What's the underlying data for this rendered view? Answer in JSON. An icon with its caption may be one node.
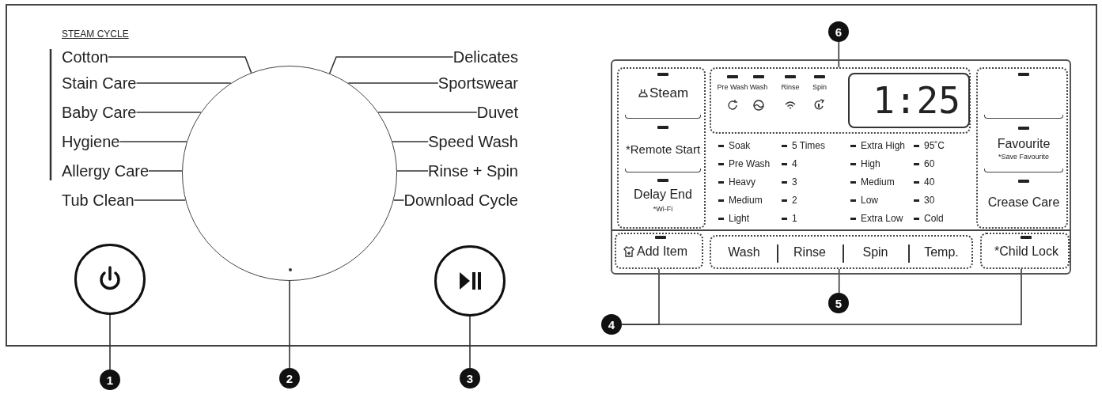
{
  "diagram": {
    "nodes": [
      {
        "text": [],
        "shape": "circle"
      },
      {
        "text": [],
        "shape": "circle"
      },
      {
        "text": [],
        "shape": "circle"
      },
      {
        "text": [
          "Cotton"
        ]
      },
      {
        "text": [
          "Stain Care"
        ]
      },
      {
        "text": [
          "Baby Care"
        ]
      },
      {
        "text": [
          "Hygiene"
        ]
      },
      {
        "text": [
          "Allergy Care"
        ]
      },
      {
        "text": [
          "Tub Clean"
        ]
      },
      {
        "text": [
          "Delicates"
        ]
      },
      {
        "text": [
          "Sportswear"
        ]
      },
      {
        "text": [
          "Duvet"
        ]
      },
      {
        "text": [
          "Speed Wash"
        ]
      },
      {
        "text": [
          "Rinse + Spin"
        ]
      },
      {
        "text": [
          "Download Cycle"
        ]
      },
      {
        "text": [],
        "shape": "box"
      },
      {
        "text": [
          "Steam",
          "*Remote Start",
          "Delay End",
          "*Wi-Fi"
        ],
        "in": 15
      },
      {
        "text": [
          "Pre Wash",
          "Wash",
          "Rinse",
          "Spin"
        ],
        "in": 15
      },
      {
        "text": [
          "1:25"
        ],
        "in": 17
      },
      {
        "text": [
          "Favourite",
          "*Save Favourite",
          "Crease Care"
        ],
        "in": 15
      },
      {
        "text": [
          "Add Item"
        ],
        "in": 15
      },
      {
        "text": [
          "Wash",
          "Rinse",
          "Spin",
          "Temp."
        ],
        "in": 15
      },
      {
        "text": [
          "*Child Lock"
        ],
        "in": 15
      },
      {
        "text": [
          "1"
        ]
      },
      {
        "text": [
          "2"
        ]
      },
      {
        "text": [
          "3"
        ]
      },
      {
        "text": [
          "4"
        ]
      },
      {
        "text": [
          "5"
        ]
      },
      {
        "text": [
          "6"
        ]
      }
    ],
    "edges": [
      {
        "from": 3,
        "to": 1,
        "arrow": "none"
      },
      {
        "from": 4,
        "to": 1,
        "arrow": "none"
      },
      {
        "from": 5,
        "to": 1,
        "arrow": "none"
      },
      {
        "from": 6,
        "to": 1,
        "arrow": "none"
      },
      {
        "from": 7,
        "to": 1,
        "arrow": "none"
      },
      {
        "from": 8,
        "to": 1,
        "arrow": "none"
      },
      {
        "from": 9,
        "to": 1,
        "arrow": "none"
      },
      {
        "from": 10,
        "to": 1,
        "arrow": "none"
      },
      {
        "from": 11,
        "to": 1,
        "arrow": "none"
      },
      {
        "from": 12,
        "to": 1,
        "arrow": "none"
      },
      {
        "from": 13,
        "to": 1,
        "arrow": "none"
      },
      {
        "from": 14,
        "to": 1,
        "arrow": "none"
      },
      {
        "from": 23,
        "to": 0,
        "arrow": "none"
      },
      {
        "from": 24,
        "to": 1,
        "arrow": "none"
      },
      {
        "from": 25,
        "to": 2,
        "arrow": "none"
      },
      {
        "from": 26,
        "to": 20,
        "arrow": "none"
      },
      {
        "from": 26,
        "to": 22,
        "arrow": "none"
      },
      {
        "from": 27,
        "to": 21,
        "arrow": "none"
      },
      {
        "from": 28,
        "to": 17,
        "arrow": "none"
      }
    ],
    "labels": [
      "STEAM CYCLE",
      "Soak",
      "5 Times",
      "Extra High",
      "95˚C",
      "Pre Wash",
      "4",
      "High",
      "60",
      "Heavy",
      "3",
      "Medium",
      "40",
      "Medium",
      "2",
      "Low",
      "30",
      "Light",
      "1",
      "Extra Low",
      "Cold"
    ]
  }
}
